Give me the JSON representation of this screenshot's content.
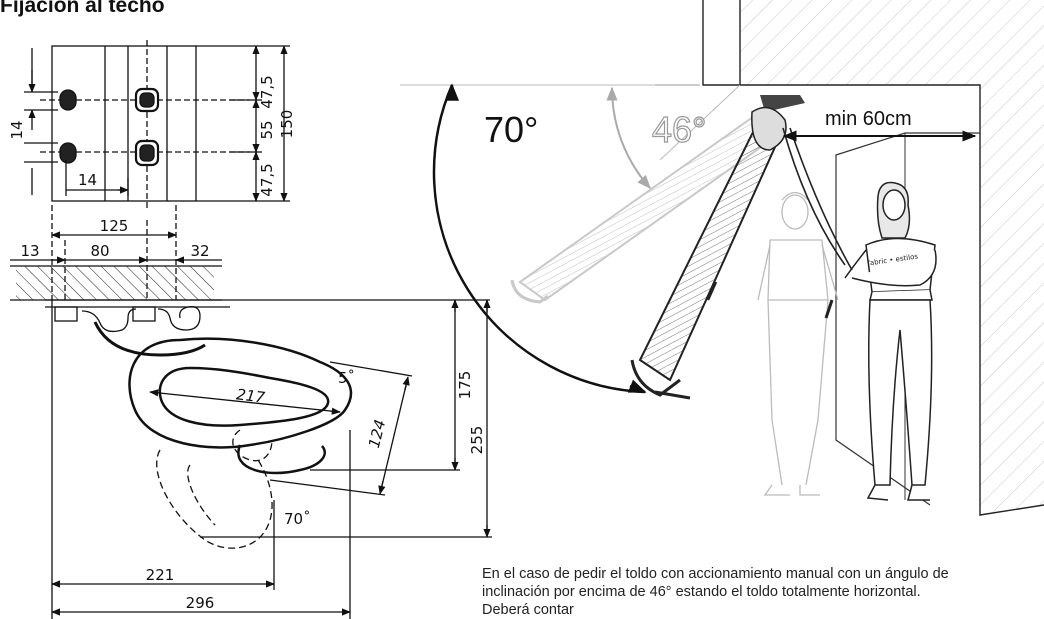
{
  "title": "Fijación al techo",
  "top_view": {
    "dims_right": [
      "47,5",
      "55",
      "47,5"
    ],
    "dim_total": "150",
    "dim_left": "14",
    "dim_inner": "14"
  },
  "side_view": {
    "dim_width": "125",
    "dims_segments": [
      "13",
      "80",
      "32"
    ],
    "dim_loop": "217",
    "dim_angle_small": "5˚",
    "dim_diag": "124",
    "dim_h1": "175",
    "dim_h2": "255",
    "dim_angle": "70˚",
    "dim_w1": "221",
    "dim_w2": "296"
  },
  "scene": {
    "angle_max": "70°",
    "angle_min": "46°",
    "clearance": "min 60cm",
    "shirt_text": "fabric • estilos"
  },
  "note": "En el caso de pedir el toldo con accionamiento manual con un ángulo de inclinación por encima de 46° estando el toldo totalmente horizontal. Deberá contar"
}
